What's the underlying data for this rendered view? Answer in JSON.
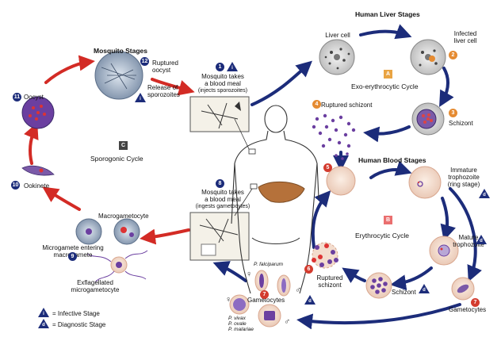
{
  "labels": {
    "human_liver_stages": "Human Liver Stages",
    "liver_cell": "Liver cell",
    "infected_liver_cell": "Infected\nliver cell",
    "exo_erythrocytic_cycle": "Exo-erythrocytic Cycle",
    "ruptured_schizont_liver": "Ruptured schizont",
    "schizont_liver": "Schizont",
    "mosquito_stages": "Mosquito Stages",
    "ruptured_oocyst": "Ruptured\noocyst",
    "release_of_sporozoites": "Release of\nsporozoites",
    "oocyst": "Oocyst",
    "sporogonic_cycle": "Sporogonic Cycle",
    "ookinete": "Ookinete",
    "mosquito_blood_meal_inject_title": "Mosquito takes\na blood meal",
    "mosquito_blood_meal_inject_sub": "(injects sporozoites)",
    "mosquito_blood_meal_ingest_title": "Mosquito takes\na blood meal",
    "mosquito_blood_meal_ingest_sub": "(ingests gametocytes)",
    "macrogametocyte": "Macrogametocyte",
    "microgamete_entering": "Microgamete entering\nmacrogamete",
    "exflagellated": "Exflagellated\nmicrogametocyte",
    "human_blood_stages": "Human Blood Stages",
    "immature_trophozoite": "Immature\ntrophozoite\n(ring stage)",
    "erythrocytic_cycle": "Erythrocytic Cycle",
    "mature_trophozoite": "Mature\ntrophozoite",
    "ruptured_schizont_blood": "Ruptured\nschizont",
    "schizont_blood": "Schizont",
    "gametocytes_right": "Gametocytes",
    "gametocytes_center": "Gametocytes",
    "p_falciparum": "P. falciparum",
    "p_vivax": "P. vivax\nP. ovale\nP. malariae",
    "legend_infective": "= Infective Stage",
    "legend_diagnostic": "= Diagnostic Stage"
  },
  "markers": {
    "n1": "1",
    "n2": "2",
    "n3": "3",
    "n4": "4",
    "n5": "5",
    "n6": "6",
    "n7": "7",
    "n8": "8",
    "n9": "9",
    "n10": "10",
    "n11": "11",
    "n12": "12",
    "cycle_a": "A",
    "cycle_b": "B",
    "cycle_c": "C",
    "tri_i": "i",
    "tri_d": "d",
    "female_symbol": "♀",
    "male_symbol": "♂"
  },
  "colors": {
    "blue_arrow": "#1c2c7a",
    "red_arrow": "#d32b25",
    "cell_fill": "#f6e2d4",
    "parasite": "#6b3fa0"
  }
}
